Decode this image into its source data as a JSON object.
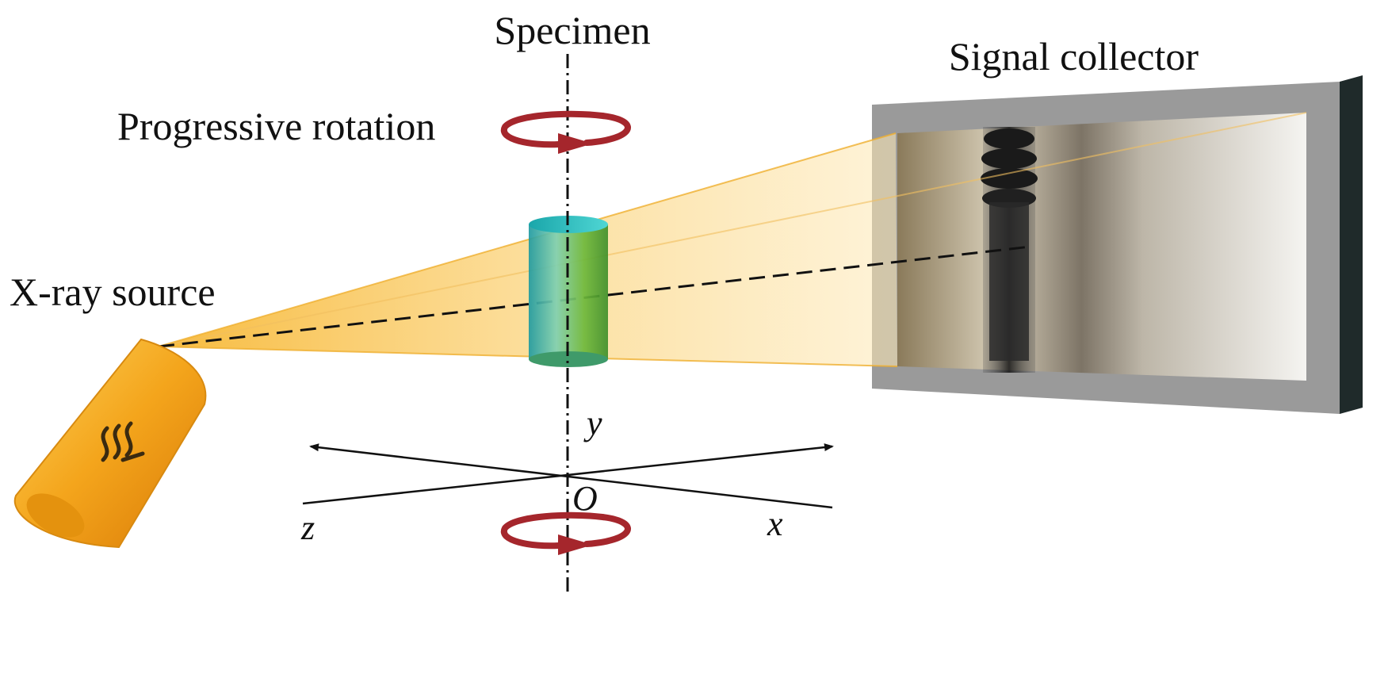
{
  "labels": {
    "specimen": "Specimen",
    "signal_collector": "Signal collector",
    "progressive_rotation": "Progressive rotation",
    "xray_source": "X-ray source"
  },
  "axes": {
    "y": "y",
    "origin": "O",
    "z": "z",
    "x": "x"
  },
  "colors": {
    "beam": "#f9c74f",
    "source_body": "#f3a21a",
    "specimen_top": "#2ec4c6",
    "specimen_body": "#7cc142",
    "rotation_arrow": "#a5262c",
    "detector_frame": "#9a9a9a",
    "detector_edge": "#1f2a2a",
    "projection_shadow": "#262626"
  },
  "icons": {
    "source_symbol": "radiation-waves-icon",
    "rotation_top": "rotation-arrow-icon",
    "rotation_bottom": "rotation-arrow-icon"
  }
}
